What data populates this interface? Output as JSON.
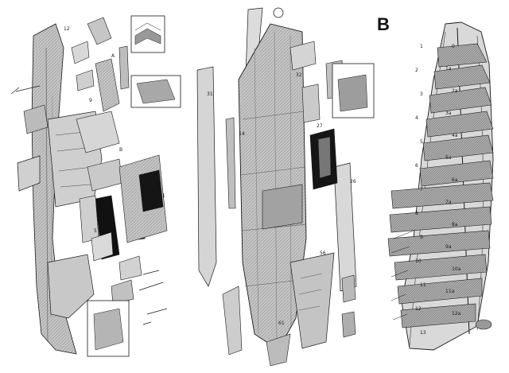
{
  "panel_label": "B",
  "colors": {
    "ink": "#1a1a1a",
    "hull": "#bdbdbd",
    "hull_dark": "#8c8c8c",
    "paper": "#ffffff",
    "black_part": "#111111"
  },
  "frames_B": [
    "13",
    "12",
    "11",
    "10",
    "9",
    "8",
    "7",
    "6",
    "5",
    "4",
    "3",
    "2",
    "1",
    "0",
    "1a",
    "2a",
    "3a",
    "4a",
    "5a",
    "6a",
    "7a",
    "8a",
    "9a",
    "10a",
    "11a",
    "12a"
  ],
  "callouts": [
    "12",
    "A",
    "9",
    "B",
    "11",
    "5",
    "31",
    "14",
    "32",
    "27",
    "26",
    "56",
    "61"
  ]
}
